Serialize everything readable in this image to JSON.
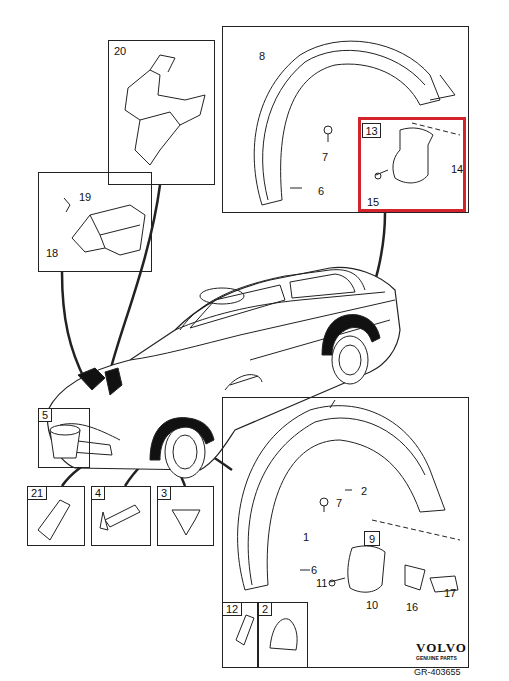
{
  "diagram": {
    "nodes": [
      {
        "text": [
          "20"
        ]
      },
      {
        "text": [
          "19",
          "18"
        ]
      },
      {
        "text": [
          "8",
          "7",
          "6"
        ]
      },
      {
        "text": [
          "14",
          "15"
        ],
        "in": 2
      },
      {
        "text": [
          "13"
        ],
        "in": 3
      },
      {
        "text": [
          "1",
          "2",
          "7",
          "6",
          "11",
          "10",
          "16",
          "17"
        ]
      },
      {
        "text": [
          "9"
        ],
        "in": 5
      },
      {
        "text": [
          "5"
        ]
      },
      {
        "text": [
          "21"
        ]
      },
      {
        "text": [
          "4"
        ]
      },
      {
        "text": [
          "3"
        ]
      },
      {
        "text": [
          "12"
        ],
        "in": 5
      },
      {
        "text": [
          "2"
        ],
        "in": 5
      }
    ],
    "labels": [
      "VOLVO",
      "GENUINE PARTS",
      "GR-403655"
    ]
  }
}
